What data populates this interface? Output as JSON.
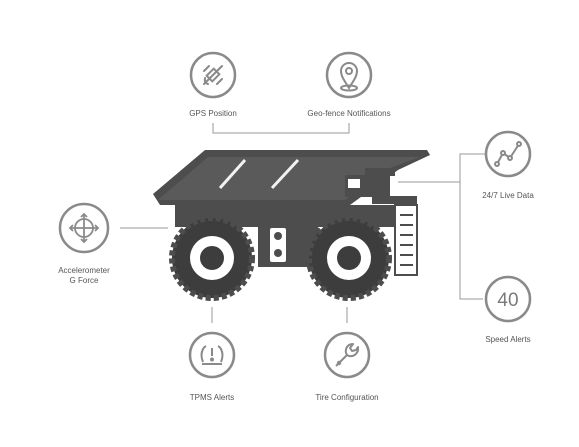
{
  "colors": {
    "icon_stroke": "#8a8a8a",
    "truck_fill": "#4d4d4d",
    "truck_dark": "#3a3a3a",
    "connector": "#9a9a9a",
    "label_text": "#555555"
  },
  "features": {
    "gps": {
      "label": "GPS Position",
      "icon": "satellite-icon"
    },
    "geofence": {
      "label": "Geo-fence Notifications",
      "icon": "map-pin-icon"
    },
    "live_data": {
      "label": "24/7 Live Data",
      "icon": "line-graph-icon"
    },
    "speed": {
      "label": "Speed Alerts",
      "value": "40",
      "icon": "speed-number-icon"
    },
    "accelerometer": {
      "label_line1": "Accelerometer",
      "label_line2": "G Force",
      "icon": "move-arrows-icon"
    },
    "tpms": {
      "label": "TPMS Alerts",
      "icon": "tire-pressure-warning-icon"
    },
    "tire": {
      "label": "Tire Configuration",
      "icon": "wrench-icon"
    }
  },
  "central_graphic": {
    "icon": "mining-dump-truck-icon"
  }
}
